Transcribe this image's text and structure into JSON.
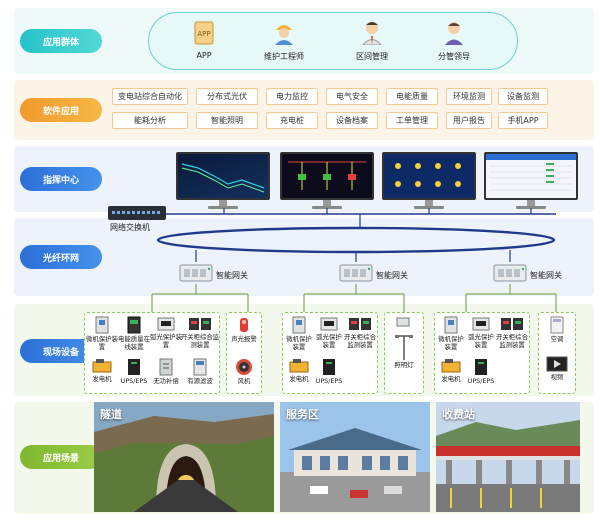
{
  "rows": {
    "users": "应用群体",
    "software": "软件应用",
    "command": "指挥中心",
    "ring": "光纤环网",
    "field": "现场设备",
    "scenes": "应用场景"
  },
  "users": [
    {
      "label": "APP",
      "icon": "app-icon"
    },
    {
      "label": "维护工程师",
      "icon": "engineer-icon"
    },
    {
      "label": "区间管理",
      "icon": "manager-icon"
    },
    {
      "label": "分管领导",
      "icon": "leader-icon"
    }
  ],
  "apps": [
    "变电站综合自动化",
    "分布式光伏",
    "电力监控",
    "电气安全",
    "电能质量",
    "环境监测",
    "设备监测",
    "能耗分析",
    "智能照明",
    "充电桩",
    "设备档案",
    "工单管理",
    "用户报告",
    "手机APP"
  ],
  "switch_label": "网络交换机",
  "gateway_label": "智能网关",
  "field": {
    "group1": [
      "微机保护装置",
      "电能质量在线装置",
      "弧光保护装置",
      "开关柜综合监测装置",
      "发电机",
      "UPS/EPS",
      "无功补偿",
      "有源滤波"
    ],
    "group1_side": [
      "声光报警",
      "风机"
    ],
    "group2": [
      "微机保护装置",
      "弧光保护装置",
      "开关柜综合监测装置",
      "发电机",
      "UPS/EPS"
    ],
    "group2_side": [
      "照明灯"
    ],
    "group3": [
      "微机保护装置",
      "弧光保护装置",
      "开关柜综合监测装置",
      "发电机",
      "UPS/EPS"
    ],
    "group3_side": [
      "空调",
      "视频"
    ]
  },
  "scenes": [
    "隧道",
    "服务区",
    "收费站"
  ],
  "colors": {
    "teal": "#25c2c9",
    "orange": "#f19a2c",
    "blue": "#2c6fd7",
    "green": "#7eb82f",
    "network": "#1e3a8a"
  }
}
